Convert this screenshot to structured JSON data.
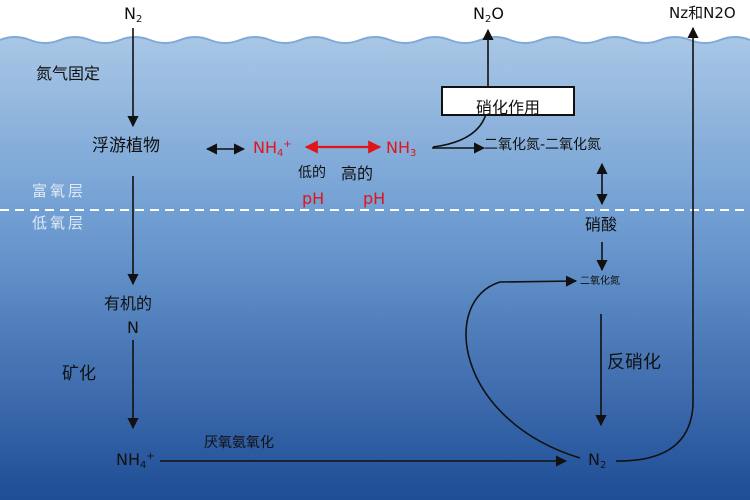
{
  "surface": {
    "n2": [
      "N",
      "2"
    ],
    "n2o": [
      "N",
      "2",
      "O"
    ],
    "n2_and_n2o": "Nz和N2O"
  },
  "process": {
    "nitrogen_fixation": "氮气固定",
    "nitrification": "硝化作用",
    "mineralization": "矿化",
    "denitrification": "反硝化",
    "anammox": "厌氧氨氧化"
  },
  "zones": {
    "oxygen_rich": "富氧层",
    "oxygen_poor": "低氧层"
  },
  "species": {
    "phytoplankton": "浮游植物",
    "organic_n_line1": "有机的",
    "organic_n_line2": "N",
    "nh4": [
      "NH",
      "4",
      "+"
    ],
    "nh3": [
      "NH",
      "3"
    ],
    "nitrogen_dioxide": "二氧化氮-二氧化氮",
    "nitric_acid": "硝酸",
    "nitrogen_dioxide_small": "二氧化氮",
    "bottom_nh4": [
      "NH",
      "4",
      "+"
    ],
    "bottom_n2": [
      "N",
      "2"
    ]
  },
  "ph": {
    "low_label": "低的",
    "low_value": "pH",
    "high_label": "高的",
    "high_value": "pH"
  },
  "colors": {
    "sky": "#ffffff",
    "water_top": "#a9c7e6",
    "water_mid": "#6f9dd2",
    "water_bottom": "#1f4d96",
    "arrow": "#111111",
    "equilibrium": "#e0151a"
  }
}
